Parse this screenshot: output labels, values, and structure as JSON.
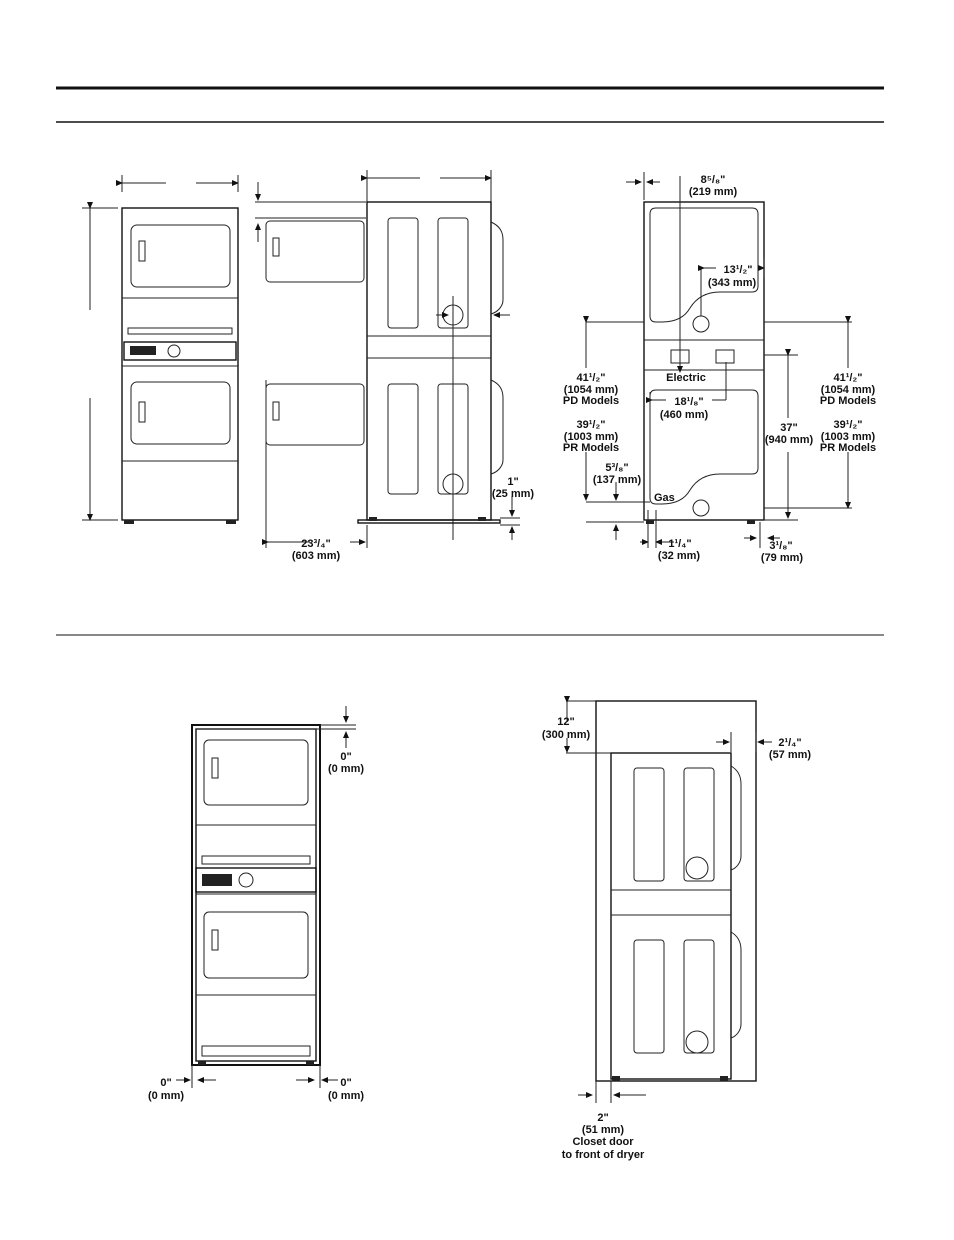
{
  "side_view": {
    "width_label": "23³/₄\"",
    "width_mm": "(603 mm)",
    "foot_label": "1\"",
    "foot_mm": "(25 mm)"
  },
  "rear_view": {
    "top_offset_label": "8⁵/₈\"",
    "top_offset_mm": "(219 mm)",
    "vent_offset_label": "13¹/₂\"",
    "vent_offset_mm": "(343 mm)",
    "electric_label": "Electric",
    "left_height_1": "41¹/₂\"",
    "left_height_1_mm": "(1054 mm)",
    "left_height_1_models": "PD Models",
    "left_height_2": "39¹/₂\"",
    "left_height_2_mm": "(1003 mm)",
    "left_height_2_models": "PR Models",
    "gas_offset_label": "5³/₈\"",
    "gas_offset_mm": "(137 mm)",
    "gas_label": "Gas",
    "center_width_label": "18¹/₈\"",
    "center_width_mm": "(460 mm)",
    "center_height_label": "37\"",
    "center_height_mm": "(940 mm)",
    "right_height_1": "41¹/₂\"",
    "right_height_1_mm": "(1054 mm)",
    "right_height_1_models": "PD Models",
    "right_height_2": "39¹/₂\"",
    "right_height_2_mm": "(1003 mm)",
    "right_height_2_models": "PR Models",
    "left_side_label": "1¹/₄\"",
    "left_side_mm": "(32 mm)",
    "right_side_label": "3¹/₈\"",
    "right_side_mm": "(79 mm)"
  },
  "closet_front": {
    "top_label": "0\"",
    "top_mm": "(0 mm)",
    "left_label": "0\"",
    "left_mm": "(0 mm)",
    "right_label": "0\"",
    "right_mm": "(0 mm)"
  },
  "closet_side": {
    "top_label": "12\"",
    "top_mm": "(300 mm)",
    "rear_label": "2¹/₄\"",
    "rear_mm": "(57 mm)",
    "front_label": "2\"",
    "front_mm": "(51 mm)",
    "front_desc_1": "Closet door",
    "front_desc_2": "to front of dryer"
  }
}
